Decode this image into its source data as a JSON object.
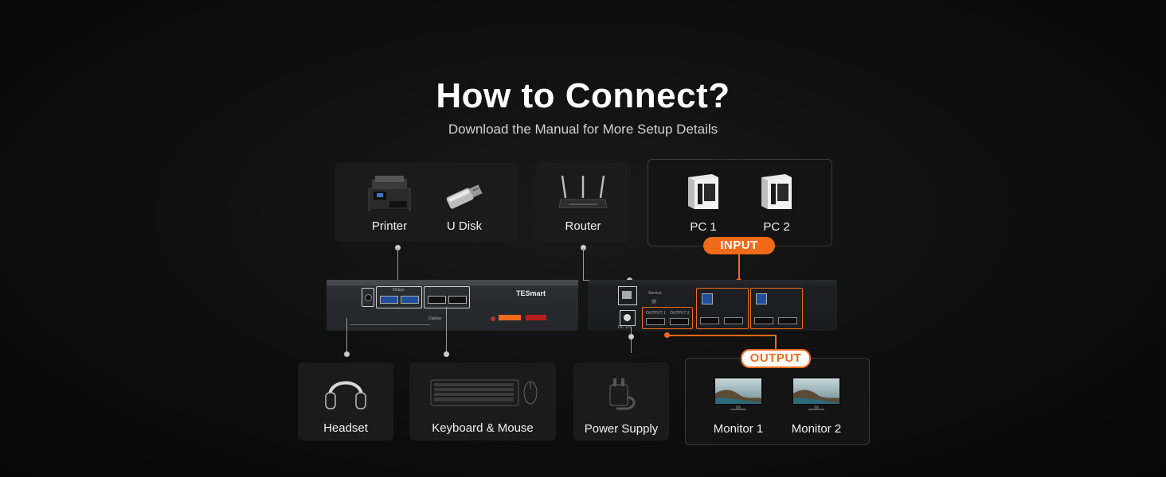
{
  "header": {
    "title": "How to Connect?",
    "subtitle": "Download the Manual for More Setup Details"
  },
  "devices": {
    "printer": "Printer",
    "udisk": "U Disk",
    "router": "Router",
    "pc1": "PC 1",
    "pc2": "PC 2",
    "headset": "Headset",
    "keyboard_mouse": "Keyboard & Mouse",
    "power_supply": "Power Supply",
    "monitor1": "Monitor 1",
    "monitor2": "Monitor 2"
  },
  "badges": {
    "input": "INPUT",
    "output": "OUTPUT"
  },
  "switch": {
    "brand": "TESmart",
    "usb_speed": "5Gbps",
    "display_label": "Display",
    "service_label": "Service",
    "dc_label": "DC 12V",
    "output1": "OUTPUT 1",
    "output2": "OUTPUT 2"
  },
  "colors": {
    "accent": "#f06a1a",
    "background": "#0e0e0e",
    "card": "#1b1b1b"
  }
}
